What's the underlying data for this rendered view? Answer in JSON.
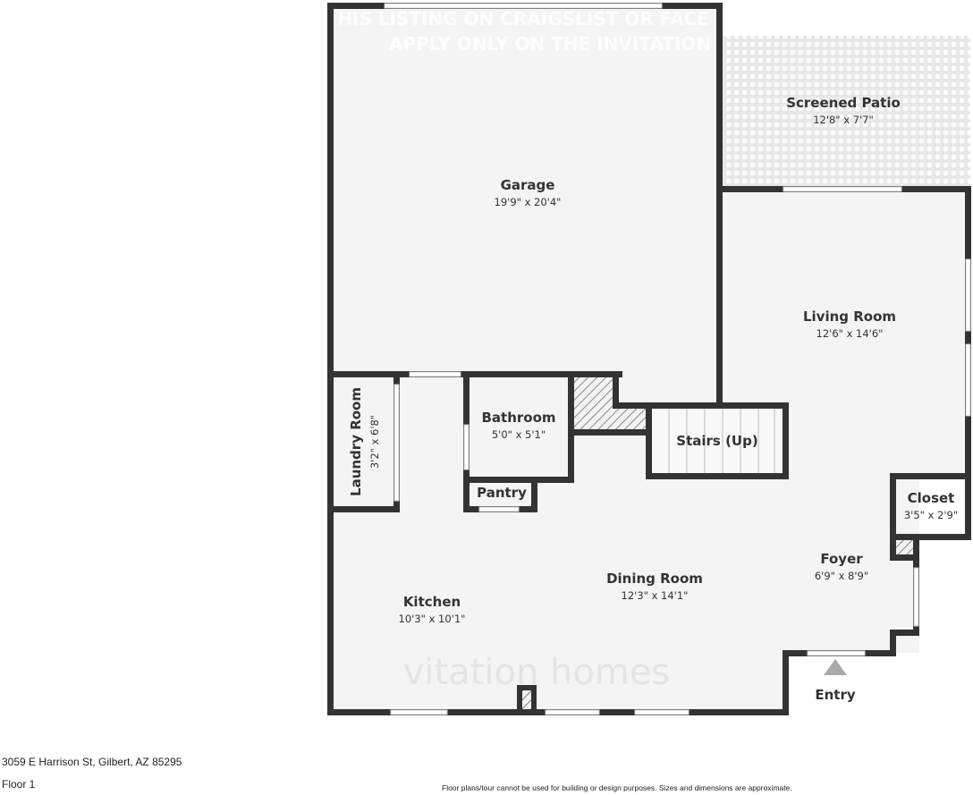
{
  "watermark": {
    "line1": "HIS LISTING ON CRAIGSLIST OR FACE",
    "line2": "APPLY ONLY ON THE INVITATION",
    "brand": "vitation homes"
  },
  "rooms": {
    "garage": {
      "name": "Garage",
      "dim": "19'9\" x 20'4\""
    },
    "patio": {
      "name": "Screened Patio",
      "dim": "12'8\" x 7'7\""
    },
    "living": {
      "name": "Living Room",
      "dim": "12'6\" x 14'6\""
    },
    "laundry": {
      "name": "Laundry Room",
      "dim": "3'2\" x 6'8\""
    },
    "bathroom": {
      "name": "Bathroom",
      "dim": "5'0\" x 5'1\""
    },
    "stairs": {
      "name": "Stairs (Up)"
    },
    "pantry": {
      "name": "Pantry"
    },
    "closet": {
      "name": "Closet",
      "dim": "3'5\" x 2'9\""
    },
    "foyer": {
      "name": "Foyer",
      "dim": "6'9\" x 8'9\""
    },
    "dining": {
      "name": "Dining Room",
      "dim": "12'3\" x 14'1\""
    },
    "kitchen": {
      "name": "Kitchen",
      "dim": "10'3\" x 10'1\""
    },
    "entry": {
      "name": "Entry"
    }
  },
  "footer": {
    "address": "3059 E Harrison St, Gilbert, AZ 85295",
    "floor": "Floor 1",
    "disclaimer": "Floor plans/tour cannot be used for building or design purposes. Sizes and dimensions are approximate."
  },
  "colors": {
    "wall": "#333333",
    "floor": "#f4f4f4",
    "window": "#ffffff"
  }
}
